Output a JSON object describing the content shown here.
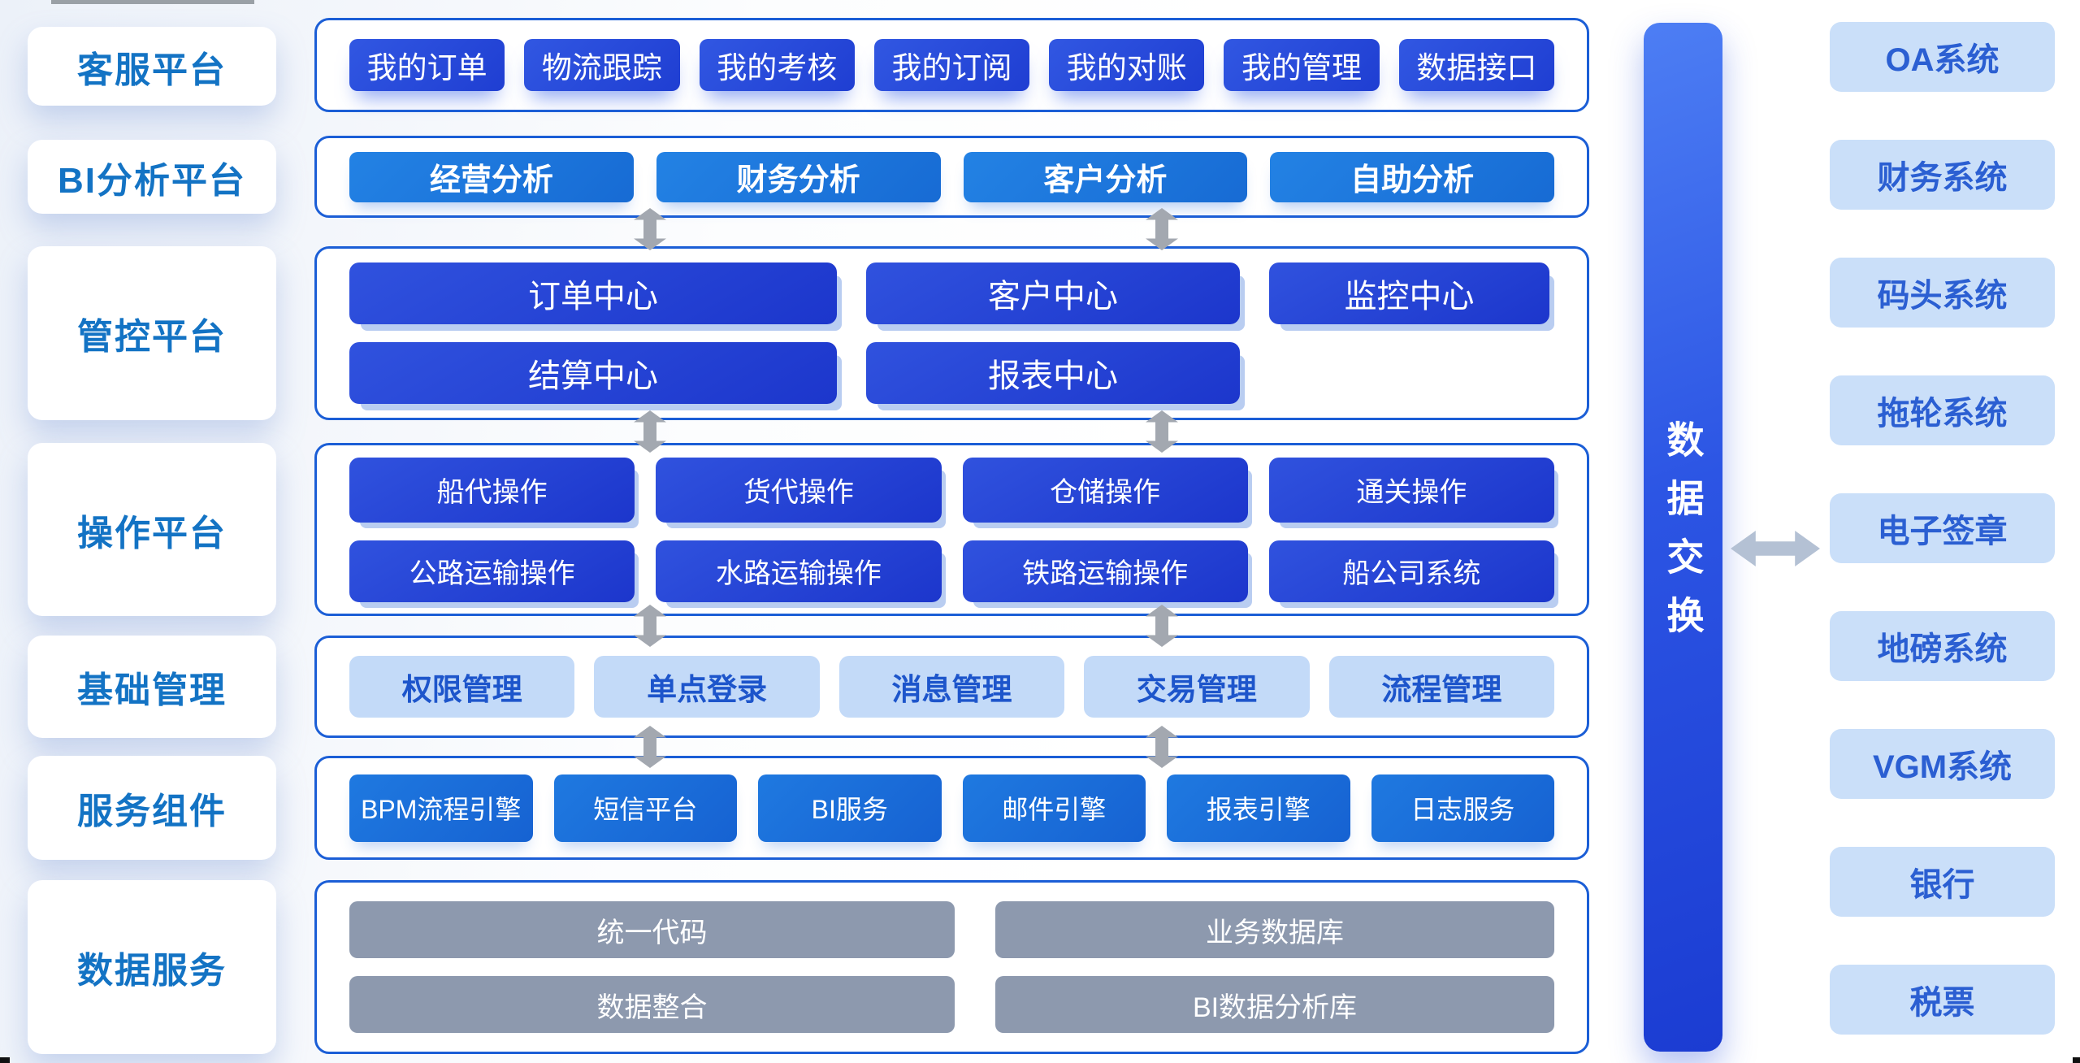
{
  "sidebar": {
    "items": [
      "客服平台",
      "BI分析平台",
      "管控平台",
      "操作平台",
      "基础管理",
      "服务组件",
      "数据服务"
    ]
  },
  "panels": {
    "customer_service": {
      "buttons": [
        "我的订单",
        "物流跟踪",
        "我的考核",
        "我的订阅",
        "我的对账",
        "我的管理",
        "数据接口"
      ]
    },
    "bi": {
      "buttons": [
        "经营分析",
        "财务分析",
        "客户分析",
        "自助分析"
      ]
    },
    "control": {
      "row1": [
        "订单中心",
        "客户中心",
        "监控中心"
      ],
      "row2": [
        "结算中心",
        "报表中心"
      ]
    },
    "operation": {
      "row1": [
        "船代操作",
        "货代操作",
        "仓储操作",
        "通关操作"
      ],
      "row2": [
        "公路运输操作",
        "水路运输操作",
        "铁路运输操作",
        "船公司系统"
      ]
    },
    "basic": {
      "buttons": [
        "权限管理",
        "单点登录",
        "消息管理",
        "交易管理",
        "流程管理"
      ]
    },
    "service": {
      "buttons": [
        "BPM流程引擎",
        "短信平台",
        "BI服务",
        "邮件引擎",
        "报表引擎",
        "日志服务"
      ]
    },
    "data": {
      "row1": [
        "统一代码",
        "业务数据库"
      ],
      "row2": [
        "数据整合",
        "BI数据分析库"
      ]
    }
  },
  "exchange": {
    "label": "数据交换"
  },
  "external_systems": [
    "OA系统",
    "财务系统",
    "码头系统",
    "拖轮系统",
    "电子签章",
    "地磅系统",
    "VGM系统",
    "银行",
    "税票"
  ],
  "colors": {
    "panel_border": "#1b5ed6",
    "dark_button": "#2950d8",
    "medium_button": "#1d77dc",
    "royal_button": "#2547d4",
    "royal_button_shadow": "#b9cdf1",
    "light_button_bg": "#c3daf8",
    "light_button_text": "#1d55cb",
    "gray_button": "#8d99ae",
    "sidebar_text": "#1373c4",
    "external_box_bg": "#cadff9",
    "external_box_text": "#2b5fd2",
    "exchange_bar": "#2c55e4",
    "arrow_gray": "#a3a8b0"
  }
}
